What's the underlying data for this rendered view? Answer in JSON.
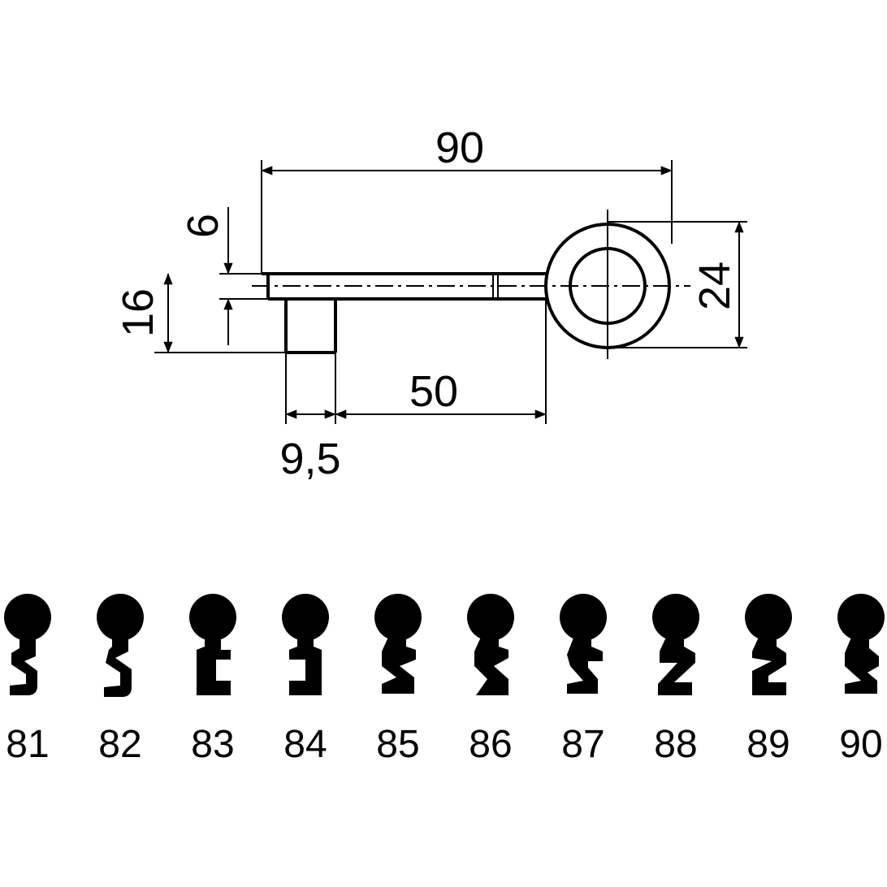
{
  "dimensions": {
    "overall_length": "90",
    "bit_width": "6",
    "bit_height": "16",
    "bow_diameter": "24",
    "shank_length": "50",
    "bit_length": "9,5"
  },
  "profiles": [
    {
      "number": "81"
    },
    {
      "number": "82"
    },
    {
      "number": "83"
    },
    {
      "number": "84"
    },
    {
      "number": "85"
    },
    {
      "number": "86"
    },
    {
      "number": "87"
    },
    {
      "number": "88"
    },
    {
      "number": "89"
    },
    {
      "number": "90"
    }
  ]
}
